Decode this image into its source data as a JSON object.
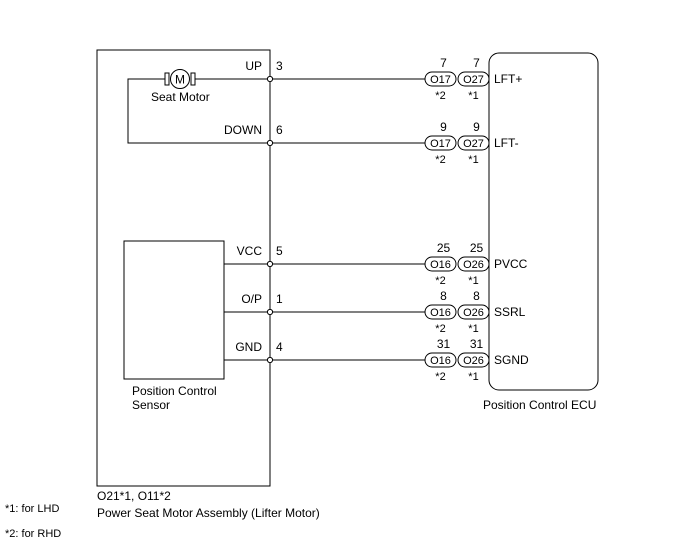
{
  "assembly": {
    "connector_label": "O21*1, O11*2",
    "name": "Power Seat Motor Assembly (Lifter Motor)"
  },
  "motor": {
    "symbol": "M",
    "label": "Seat Motor"
  },
  "sensor": {
    "line1": "Position Control",
    "line2": "Sensor"
  },
  "ecu": {
    "label": "Position Control ECU"
  },
  "notes": [
    "*1: for LHD",
    "*2: for RHD"
  ],
  "wires": [
    {
      "left_label": "UP",
      "left_pin": "3",
      "conn_a": "O17",
      "conn_b": "O27",
      "pin_a": "7",
      "pin_b": "7",
      "note_a": "*2",
      "note_b": "*1",
      "ecu_terminal": "LFT+"
    },
    {
      "left_label": "DOWN",
      "left_pin": "6",
      "conn_a": "O17",
      "conn_b": "O27",
      "pin_a": "9",
      "pin_b": "9",
      "note_a": "*2",
      "note_b": "*1",
      "ecu_terminal": "LFT-"
    },
    {
      "left_label": "VCC",
      "left_pin": "5",
      "conn_a": "O16",
      "conn_b": "O26",
      "pin_a": "25",
      "pin_b": "25",
      "note_a": "*2",
      "note_b": "*1",
      "ecu_terminal": "PVCC"
    },
    {
      "left_label": "O/P",
      "left_pin": "1",
      "conn_a": "O16",
      "conn_b": "O26",
      "pin_a": "8",
      "pin_b": "8",
      "note_a": "*2",
      "note_b": "*1",
      "ecu_terminal": "SSRL"
    },
    {
      "left_label": "GND",
      "left_pin": "4",
      "conn_a": "O16",
      "conn_b": "O26",
      "pin_a": "31",
      "pin_b": "31",
      "note_a": "*2",
      "note_b": "*1",
      "ecu_terminal": "SGND"
    }
  ]
}
